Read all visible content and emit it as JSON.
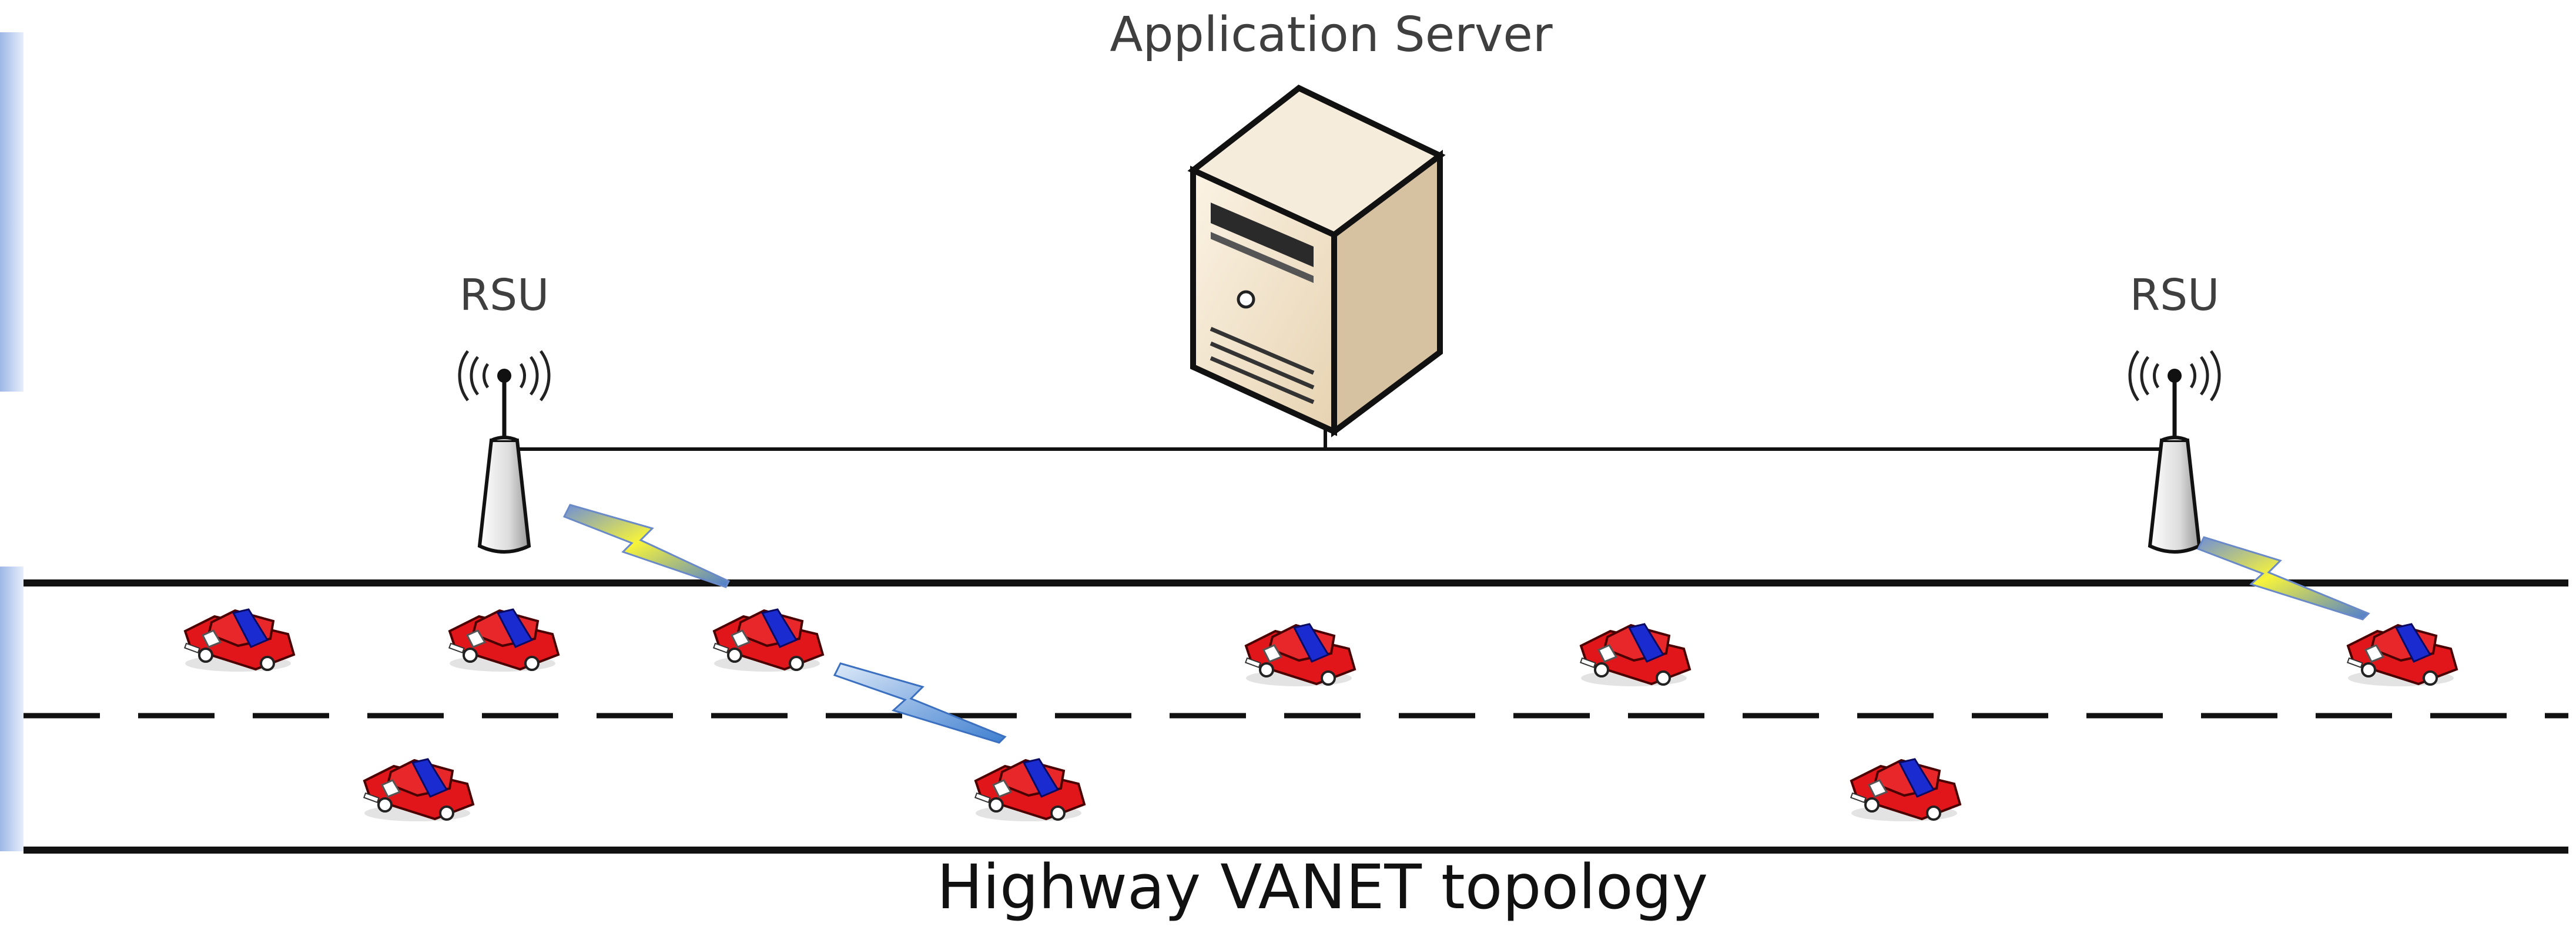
{
  "labels": {
    "server": "Application Server",
    "rsu_left": "RSU",
    "rsu_right": "RSU",
    "caption": "Highway VANET topology"
  },
  "icons": {
    "server": "server-tower-icon",
    "rsu": "rsu-antenna-icon",
    "vehicle": "car-icon",
    "wireless_link": "lightning-bolt-icon"
  },
  "colors": {
    "road_line": "#111111",
    "car_body": "#e0161b",
    "car_stripe": "#1a2bd0",
    "wireless_link_rsu": "#f2ef2f",
    "wireless_link_v2v": "#5b9bd5",
    "server_body": "#f3e6cf",
    "left_accent_bar": "#a8c0e8"
  }
}
